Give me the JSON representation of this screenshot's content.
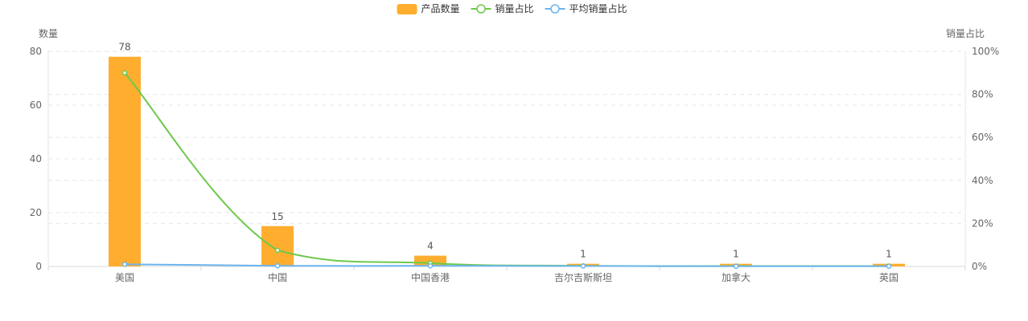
{
  "chart_data": {
    "type": "bar",
    "categories": [
      "美国",
      "中国",
      "中国香港",
      "吉尔吉斯斯坦",
      "加拿大",
      "英国"
    ],
    "series": [
      {
        "name": "产品数量",
        "type": "bar",
        "axis": "left",
        "values": [
          78,
          15,
          4,
          1,
          1,
          1
        ],
        "color": "#FFAD2F",
        "data_labels": [
          "78",
          "15",
          "4",
          "1",
          "1",
          "1"
        ]
      },
      {
        "name": "销量占比",
        "type": "line",
        "axis": "right",
        "values": [
          90,
          7.5,
          1.5,
          0.3,
          0.2,
          0.2
        ],
        "color": "#6DC94B"
      },
      {
        "name": "平均销量占比",
        "type": "line",
        "axis": "right",
        "values": [
          1.0,
          0.3,
          0.3,
          0.2,
          0.1,
          0.1
        ],
        "color": "#6CB4EE"
      }
    ],
    "y_left": {
      "label": "数量",
      "range": [
        0,
        80
      ],
      "ticks": [
        "0",
        "20",
        "40",
        "60",
        "80"
      ]
    },
    "y_right": {
      "label": "销量占比",
      "range": [
        0,
        100
      ],
      "ticks": [
        "0%",
        "20%",
        "40%",
        "60%",
        "80%",
        "100%"
      ]
    },
    "grid": true,
    "legend_position": "top-center"
  }
}
